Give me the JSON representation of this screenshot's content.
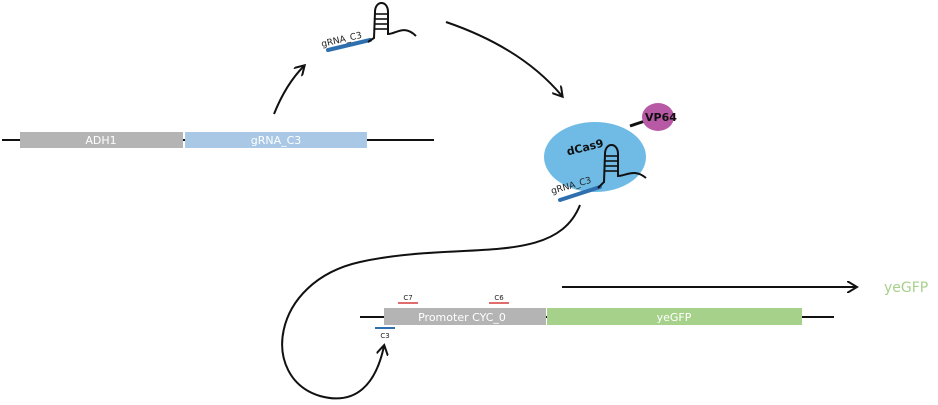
{
  "constructs": {
    "top": {
      "segments": [
        {
          "label": "ADH1",
          "color": "#b4b4b4"
        },
        {
          "label": "gRNA_C3",
          "color": "#a8c8e6"
        }
      ]
    },
    "bottom": {
      "segments": [
        {
          "label": "Promoter CYC_0",
          "color": "#b4b4b4"
        },
        {
          "label": "yeGFP",
          "color": "#a6d18a"
        }
      ],
      "sites_red": [
        "C7",
        "C6"
      ],
      "site_blue": "C3"
    }
  },
  "grna_free": {
    "label": "gRNA_C3"
  },
  "complex": {
    "protein": "dCas9",
    "activator": "VP64",
    "grna": "gRNA_C3"
  },
  "output": {
    "label": "yeGFP"
  },
  "colors": {
    "protein": "#6fbbe6",
    "activator": "#b859a6",
    "grna_strand": "#2f6fae",
    "site_red": "#e06c6c",
    "yegfp": "#a6d18a"
  }
}
